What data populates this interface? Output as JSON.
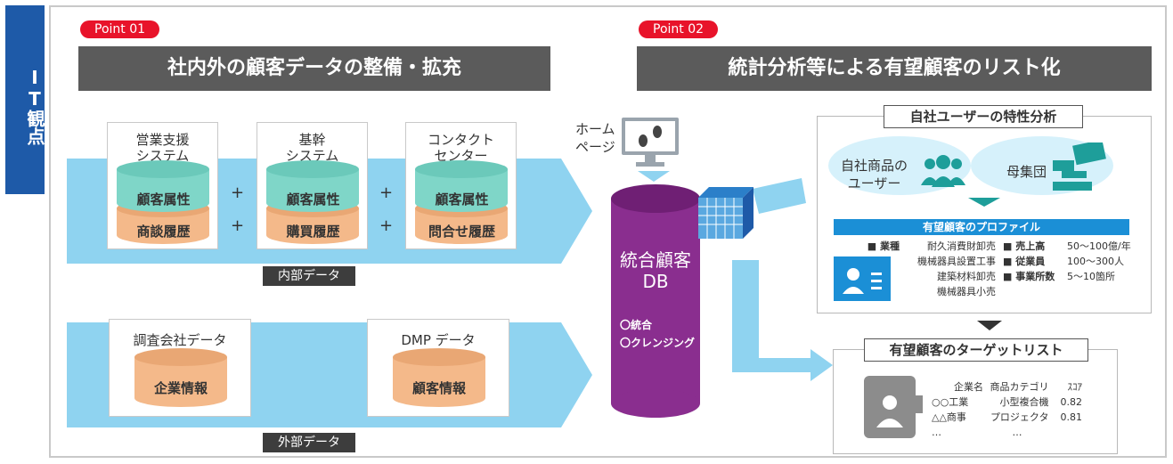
{
  "side_tab": "IT観点",
  "point1": {
    "badge": "Point 01",
    "title": "社内外の顧客データの整備・拡充"
  },
  "point2": {
    "badge": "Point 02",
    "title": "統計分析等による有望顧客のリスト化"
  },
  "internal": {
    "label": "内部データ",
    "systems": [
      {
        "title1": "営業支援",
        "title2": "システム",
        "top": "顧客属性",
        "bottom": "商談履歴"
      },
      {
        "title1": "基幹",
        "title2": "システム",
        "top": "顧客属性",
        "bottom": "購買履歴"
      },
      {
        "title1": "コンタクト",
        "title2": "センター",
        "top": "顧客属性",
        "bottom": "問合せ履歴"
      }
    ],
    "plus": "+"
  },
  "external": {
    "label": "外部データ",
    "sources": [
      {
        "title": "調査会社データ",
        "db": "企業情報"
      },
      {
        "title": "DMP データ",
        "db": "顧客情報"
      }
    ]
  },
  "homepage": {
    "line1": "ホーム",
    "line2": "ページ"
  },
  "db": {
    "title1": "統合顧客",
    "title2": "DB",
    "item1": "〇統合",
    "item2": "〇クレンジング"
  },
  "analysis": {
    "title": "自社ユーザーの特性分析",
    "users_line1": "自社商品の",
    "users_line2": "ユーザー",
    "population": "母集団",
    "profile_title": "有望顧客のプロファイル",
    "col1": [
      "■ 業種",
      "",
      "",
      ""
    ],
    "col2": [
      "耐久消費財卸売",
      "機械器具設置工事",
      "建築材料卸売",
      "機械器具小売"
    ],
    "col3": [
      "■ 売上高",
      "■ 従業員",
      "■ 事業所数"
    ],
    "col4": [
      "50〜100億/年",
      "100〜300人",
      "5〜10箇所"
    ]
  },
  "target": {
    "title": "有望顧客のターゲットリスト",
    "headers": [
      "企業名",
      "商品カテゴリ",
      "ｽｺｱ"
    ],
    "rows": [
      [
        "○○工業",
        "小型複合機",
        "0.82"
      ],
      [
        "△△商事",
        "プロジェクタ",
        "0.81"
      ],
      [
        "…",
        "…",
        ""
      ]
    ]
  },
  "colors": {
    "accent_red": "#e8132a",
    "side_blue": "#1e5aa8",
    "band": "#8fd3f0",
    "teal": "#7fd6c8",
    "orange": "#f4b98a",
    "db_purple": "#8a2e8f",
    "profile_blue": "#1b8fd6"
  }
}
